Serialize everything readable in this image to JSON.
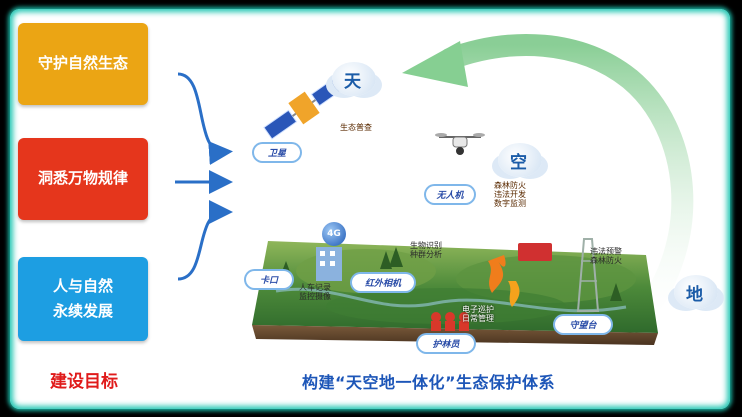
{
  "goals": {
    "goal1": "守护自然生态",
    "goal2": "洞悉万物规律",
    "goal3_line1": "人与自然",
    "goal3_line2": "永续发展"
  },
  "captions": {
    "left": "建设目标",
    "bottom": "构建“天空地一体化”生态保护体系"
  },
  "layers": {
    "sky": "天",
    "air": "空",
    "ground": "地"
  },
  "badges": {
    "satellite": "卫星",
    "drone": "无人机",
    "checkpoint": "卡口",
    "infrared": "红外相机",
    "ranger": "护林员",
    "tower": "守望台"
  },
  "notes": {
    "ecology_survey": "生态普查",
    "drone_tasks": "森林防火\n违法开发\n数字监测",
    "bio_recognition": "生物识别\n种群分析",
    "people_record": "人车记录\n监控摄像",
    "patrol": "电子巡护\n日常管理",
    "fire_alarm": "违法预警\n森林防火"
  },
  "network_label": "4G",
  "colors": {
    "goal_orange": "#eba514",
    "goal_red": "#e5361c",
    "goal_blue": "#1d9ee2",
    "accent_green": "#7dc98a",
    "badge_border": "#7fb7ea"
  }
}
